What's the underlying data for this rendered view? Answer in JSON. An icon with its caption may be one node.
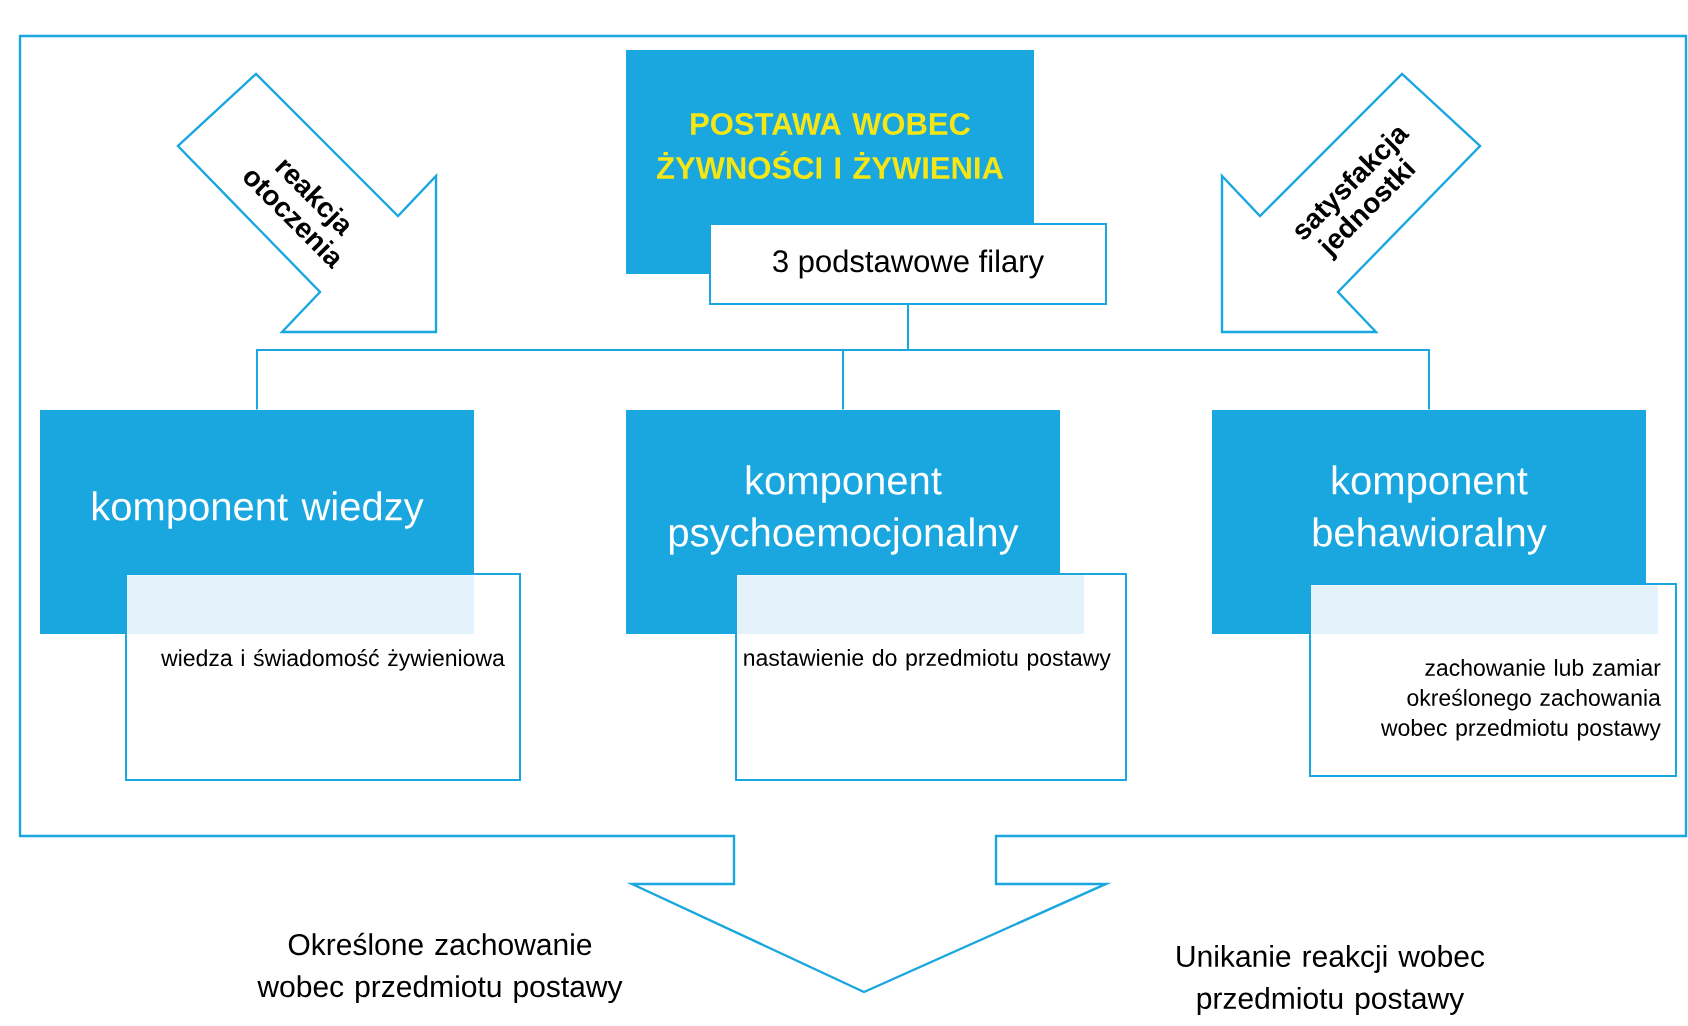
{
  "diagram": {
    "nodes": [
      {
        "text": [],
        "shape": "box"
      },
      {
        "text": [
          "reakcja otoczenia"
        ],
        "in": 0
      },
      {
        "text": [
          "POSTAWA WOBEC ŻYWNOŚCI I ŻYWIENIA"
        ],
        "in": 0
      },
      {
        "text": [
          "3 podstawowe filary"
        ],
        "in": 0
      },
      {
        "text": [
          "satysfakcja jednostki"
        ],
        "in": 0
      },
      {
        "text": [
          "komponent wiedzy"
        ],
        "in": 0
      },
      {
        "text": [
          "wiedza i świadomość żywieniowa"
        ],
        "in": 0
      },
      {
        "text": [
          "komponent psychoemocjonalny"
        ],
        "in": 0
      },
      {
        "text": [
          "nastawienie do przedmiotu postawy"
        ],
        "in": 0
      },
      {
        "text": [
          "komponent behawioralny"
        ],
        "in": 0
      },
      {
        "text": [
          "zachowanie lub zamiar określonego zachowania wobec przedmiotu postawy"
        ],
        "in": 0
      }
    ],
    "edges": [
      {
        "from": 3,
        "to": 5,
        "arrow": "none"
      },
      {
        "from": 3,
        "to": 7,
        "arrow": "none"
      },
      {
        "from": 3,
        "to": 9,
        "arrow": "none"
      }
    ],
    "labels": [
      "Określone zachowanie wobec przedmiotu postawy",
      "Unikanie reakcji wobec przedmiotu postawy"
    ]
  }
}
